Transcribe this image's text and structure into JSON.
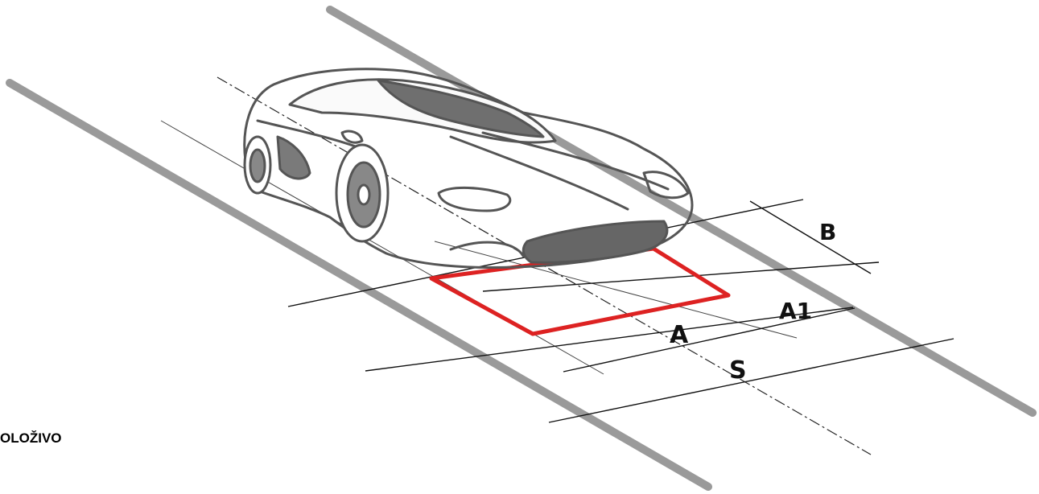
{
  "caption": "OLOŽIVO",
  "labels": {
    "b": "B",
    "a1": "A1",
    "a": "A",
    "s": "S"
  },
  "colors": {
    "rails": "#9a9a9a",
    "outline": "#555555",
    "zone": "#dd2222",
    "lines": "#111111"
  },
  "icons": {
    "car": "sports-car-illustration"
  }
}
